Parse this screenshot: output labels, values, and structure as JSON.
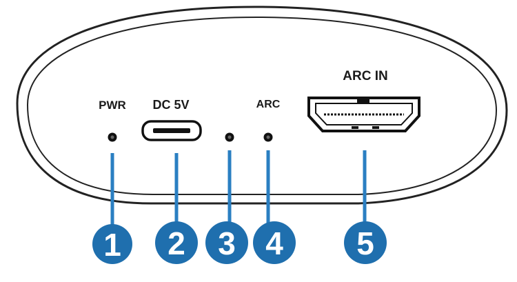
{
  "labels": {
    "pwr": "PWR",
    "dc": "DC 5V",
    "arc": "ARC",
    "arc_in": "ARC IN"
  },
  "callouts": [
    "1",
    "2",
    "3",
    "4",
    "5"
  ],
  "colors": {
    "callout": "#1f6fae",
    "leader": "#2a7fc2",
    "outline": "#222222"
  }
}
